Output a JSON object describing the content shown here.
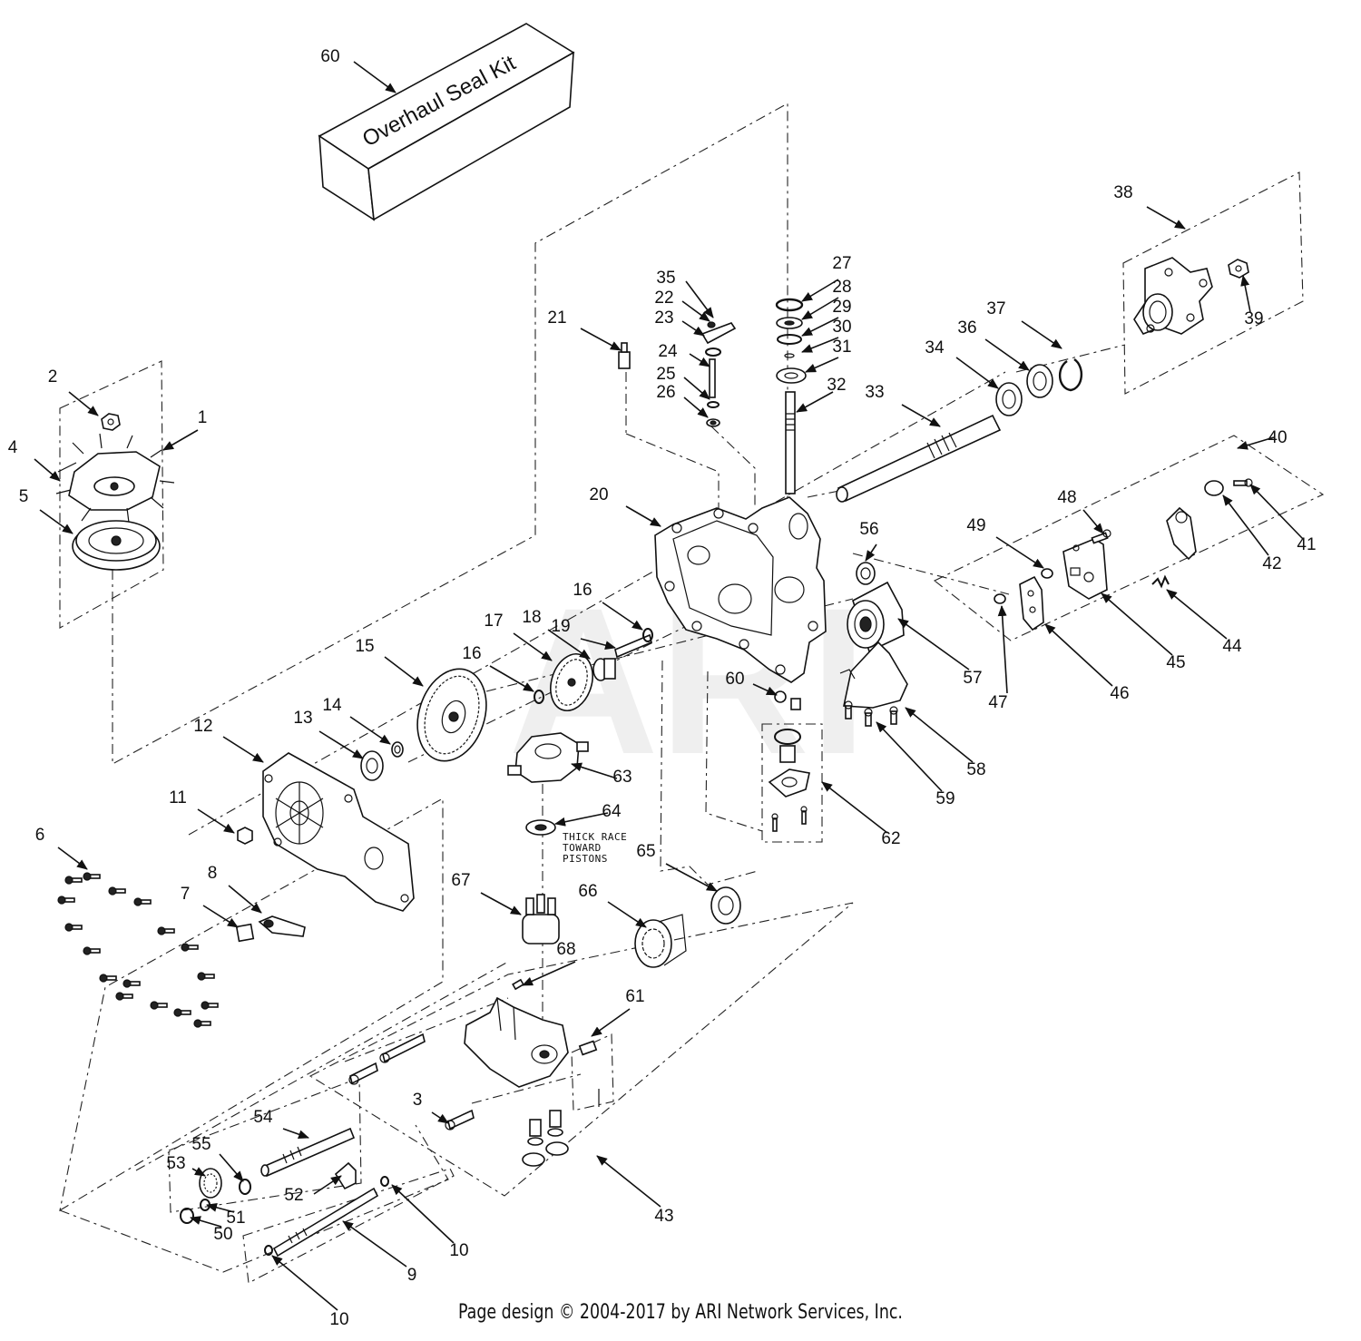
{
  "kit_label": "Overhaul Seal Kit",
  "note_lines": [
    "THICK RACE",
    "TOWARD",
    "PISTONS"
  ],
  "watermark": "ARI",
  "footer": "Page design © 2004-2017 by ARI Network Services, Inc.",
  "callouts": [
    {
      "id": "c1",
      "label": "1"
    },
    {
      "id": "c2",
      "label": "2"
    },
    {
      "id": "c3",
      "label": "3"
    },
    {
      "id": "c4",
      "label": "4"
    },
    {
      "id": "c5",
      "label": "5"
    },
    {
      "id": "c6",
      "label": "6"
    },
    {
      "id": "c7",
      "label": "7"
    },
    {
      "id": "c8",
      "label": "8"
    },
    {
      "id": "c9",
      "label": "9"
    },
    {
      "id": "c10a",
      "label": "10"
    },
    {
      "id": "c10b",
      "label": "10"
    },
    {
      "id": "c11",
      "label": "11"
    },
    {
      "id": "c12",
      "label": "12"
    },
    {
      "id": "c13",
      "label": "13"
    },
    {
      "id": "c14",
      "label": "14"
    },
    {
      "id": "c15",
      "label": "15"
    },
    {
      "id": "c16a",
      "label": "16"
    },
    {
      "id": "c16b",
      "label": "16"
    },
    {
      "id": "c17",
      "label": "17"
    },
    {
      "id": "c18",
      "label": "18"
    },
    {
      "id": "c19",
      "label": "19"
    },
    {
      "id": "c20",
      "label": "20"
    },
    {
      "id": "c21",
      "label": "21"
    },
    {
      "id": "c22",
      "label": "22"
    },
    {
      "id": "c23",
      "label": "23"
    },
    {
      "id": "c24",
      "label": "24"
    },
    {
      "id": "c25",
      "label": "25"
    },
    {
      "id": "c26",
      "label": "26"
    },
    {
      "id": "c27",
      "label": "27"
    },
    {
      "id": "c28",
      "label": "28"
    },
    {
      "id": "c29",
      "label": "29"
    },
    {
      "id": "c30",
      "label": "30"
    },
    {
      "id": "c31",
      "label": "31"
    },
    {
      "id": "c32",
      "label": "32"
    },
    {
      "id": "c33",
      "label": "33"
    },
    {
      "id": "c34",
      "label": "34"
    },
    {
      "id": "c35",
      "label": "35"
    },
    {
      "id": "c36",
      "label": "36"
    },
    {
      "id": "c37",
      "label": "37"
    },
    {
      "id": "c38",
      "label": "38"
    },
    {
      "id": "c39",
      "label": "39"
    },
    {
      "id": "c40",
      "label": "40"
    },
    {
      "id": "c41",
      "label": "41"
    },
    {
      "id": "c42",
      "label": "42"
    },
    {
      "id": "c43",
      "label": "43"
    },
    {
      "id": "c44",
      "label": "44"
    },
    {
      "id": "c45",
      "label": "45"
    },
    {
      "id": "c46",
      "label": "46"
    },
    {
      "id": "c47",
      "label": "47"
    },
    {
      "id": "c48",
      "label": "48"
    },
    {
      "id": "c49",
      "label": "49"
    },
    {
      "id": "c50",
      "label": "50"
    },
    {
      "id": "c51",
      "label": "51"
    },
    {
      "id": "c52",
      "label": "52"
    },
    {
      "id": "c53",
      "label": "53"
    },
    {
      "id": "c54",
      "label": "54"
    },
    {
      "id": "c55",
      "label": "55"
    },
    {
      "id": "c56",
      "label": "56"
    },
    {
      "id": "c57",
      "label": "57"
    },
    {
      "id": "c58",
      "label": "58"
    },
    {
      "id": "c59",
      "label": "59"
    },
    {
      "id": "c60a",
      "label": "60"
    },
    {
      "id": "c60b",
      "label": "60"
    },
    {
      "id": "c61",
      "label": "61"
    },
    {
      "id": "c62",
      "label": "62"
    },
    {
      "id": "c63",
      "label": "63"
    },
    {
      "id": "c64",
      "label": "64"
    },
    {
      "id": "c65",
      "label": "65"
    },
    {
      "id": "c66",
      "label": "66"
    },
    {
      "id": "c67",
      "label": "67"
    },
    {
      "id": "c68",
      "label": "68"
    }
  ]
}
